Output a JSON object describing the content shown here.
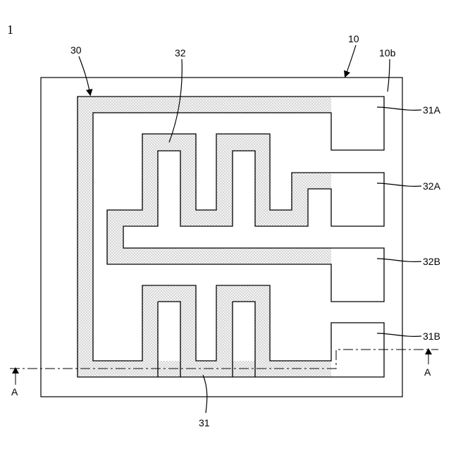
{
  "figure_label": "1",
  "labels": {
    "device": "10",
    "surface": "10b",
    "pattern": "30",
    "electrode_a": "32",
    "electrode_b": "31",
    "pad_31a": "31A",
    "pad_32a": "32A",
    "pad_32b": "32B",
    "pad_31b": "31B",
    "section_left": "A",
    "section_right": "A"
  }
}
